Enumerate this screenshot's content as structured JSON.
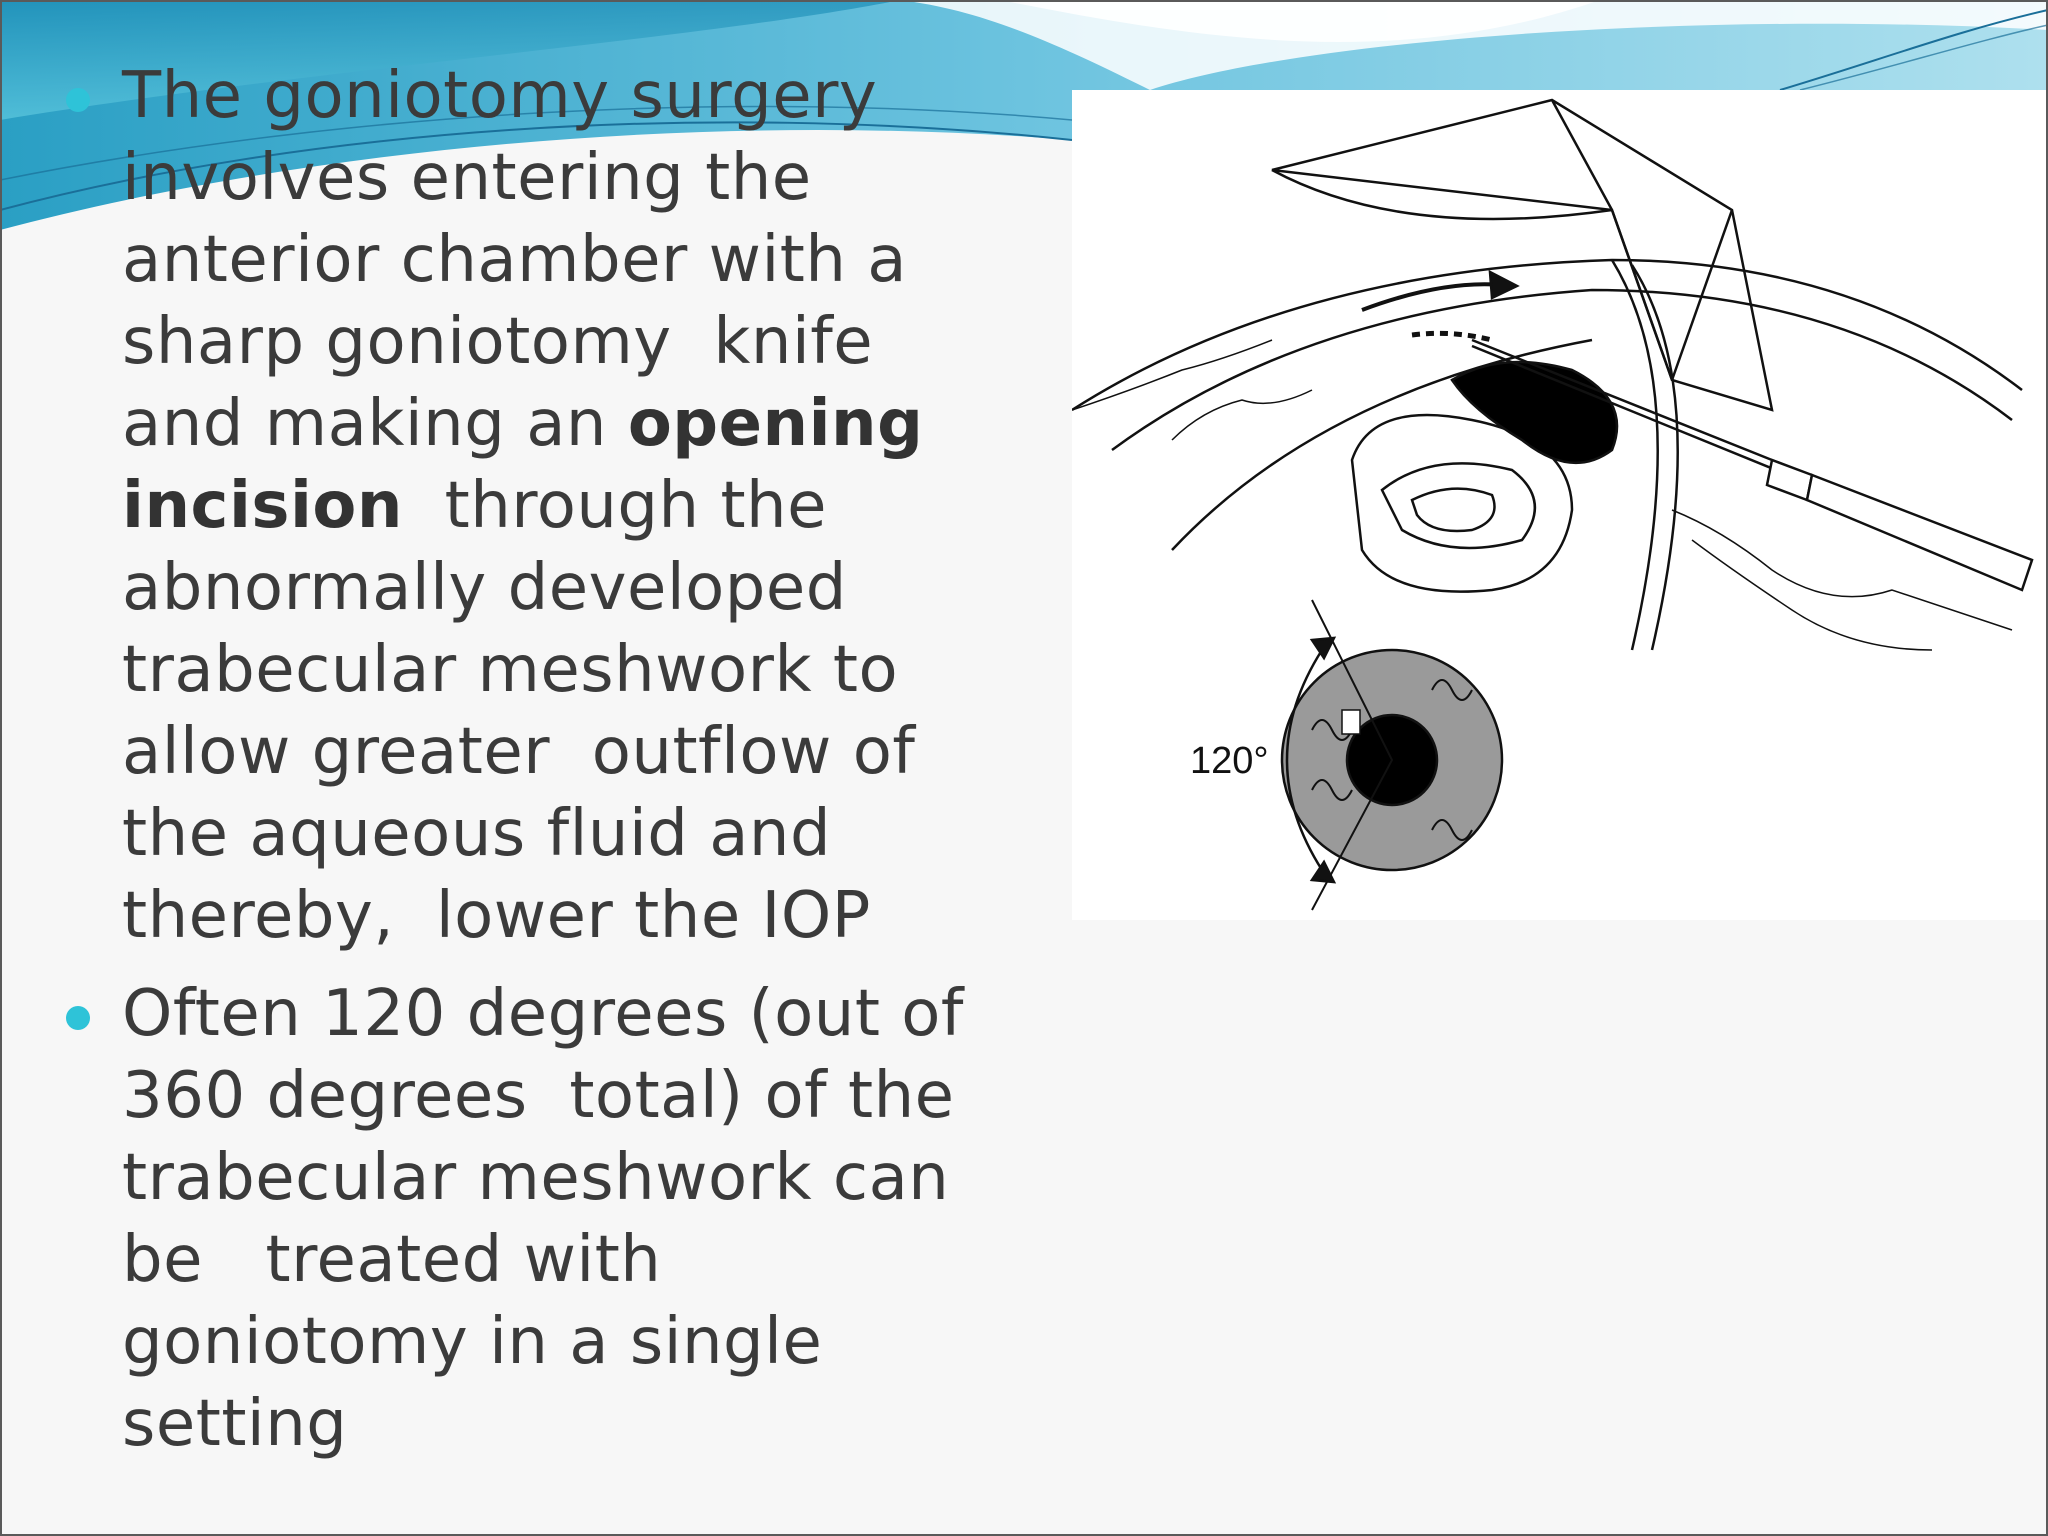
{
  "slide": {
    "bullets": [
      {
        "lines": [
          [
            {
              "text": "The goniotomy surgery"
            }
          ],
          [
            {
              "text": "involves entering the"
            }
          ],
          [
            {
              "text": "anterior chamber with a"
            }
          ],
          [
            {
              "text": "sharp goniotomy  knife"
            }
          ],
          [
            {
              "text": "and making an "
            },
            {
              "text": "opening",
              "bold": true
            }
          ],
          [
            {
              "text": "incision",
              "bold": true
            },
            {
              "text": "  through the"
            }
          ],
          [
            {
              "text": "abnormally developed"
            }
          ],
          [
            {
              "text": "trabecular meshwork to"
            }
          ],
          [
            {
              "text": "allow greater  outflow of"
            }
          ],
          [
            {
              "text": "the aqueous fluid and"
            }
          ],
          [
            {
              "text": "thereby,  lower the IOP"
            }
          ]
        ]
      },
      {
        "lines": [
          [
            {
              "text": "Often 120 degrees (out of"
            }
          ],
          [
            {
              "text": "360 degrees  total) of the"
            }
          ],
          [
            {
              "text": "trabecular meshwork can"
            }
          ],
          [
            {
              "text": "be   treated with"
            }
          ],
          [
            {
              "text": "goniotomy in a single"
            }
          ],
          [
            {
              "text": "setting"
            }
          ]
        ]
      }
    ],
    "figure": {
      "angle_label": "120°"
    }
  },
  "theme": {
    "accent": "#2ec3d8",
    "text": "#3b3b3b",
    "wave_light": "#a8dcea",
    "wave_mid": "#4fb8d6",
    "wave_dark": "#1f8fb8"
  }
}
